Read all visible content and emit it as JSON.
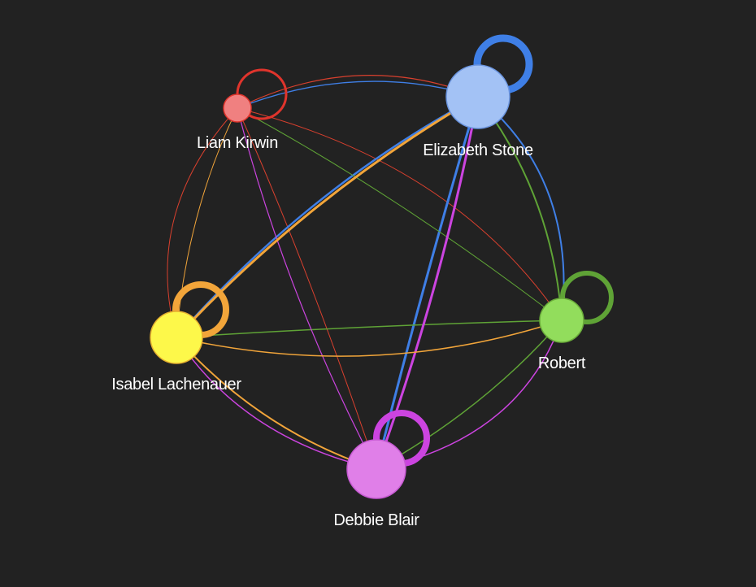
{
  "graph": {
    "nodes": [
      {
        "id": "liam",
        "label": "Liam Kirwin",
        "fill": "#f08080",
        "stroke": "#e0342c",
        "loop": "#e0342c"
      },
      {
        "id": "elizabeth",
        "label": "Elizabeth Stone",
        "fill": "#a3c2f5",
        "stroke": "#6b95e0",
        "loop": "#3f7fe6"
      },
      {
        "id": "robert",
        "label": "Robert",
        "fill": "#92dd5c",
        "stroke": "#6aab3a",
        "loop": "#5fa336"
      },
      {
        "id": "debbie",
        "label": "Debbie Blair",
        "fill": "#e07fe8",
        "stroke": "#c75ad3",
        "loop": "#cc44e0"
      },
      {
        "id": "isabel",
        "label": "Isabel Lachenauer",
        "fill": "#fdf84a",
        "stroke": "#e6b030",
        "loop": "#f2a53a"
      }
    ],
    "edge_colors": {
      "liam": "#d9402e",
      "elizabeth": "#3f7fe6",
      "robert": "#5fa336",
      "debbie": "#cc44e0",
      "isabel": "#f2a53a"
    }
  }
}
